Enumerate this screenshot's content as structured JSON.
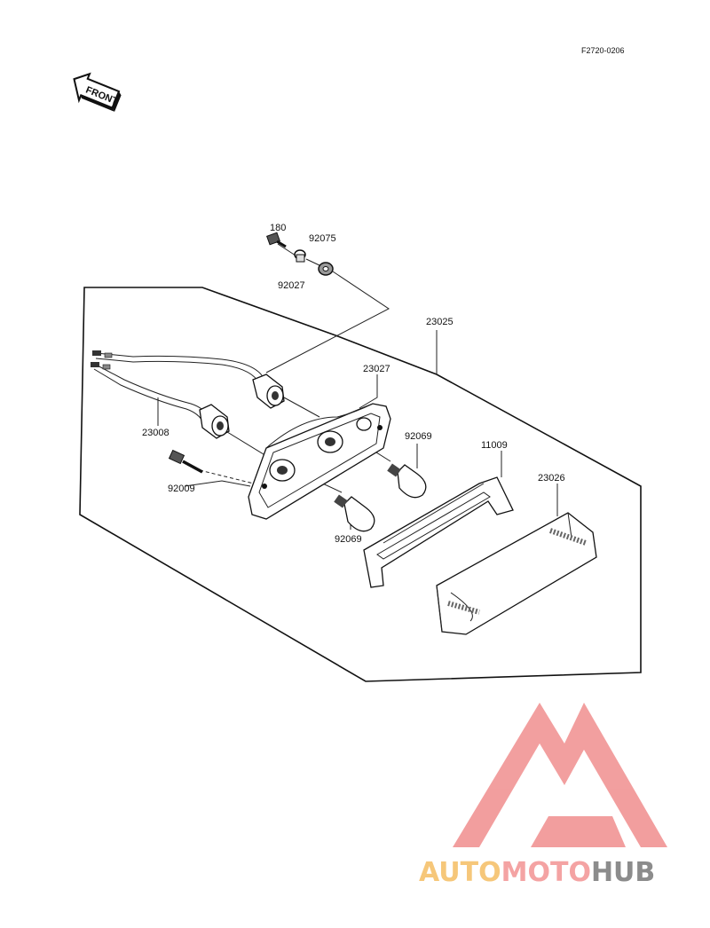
{
  "figure_ref": "F2720-0206",
  "front_label": "FRONT",
  "parts": [
    {
      "id": "180"
    },
    {
      "id": "92075"
    },
    {
      "id": "92027"
    },
    {
      "id": "23025"
    },
    {
      "id": "23027"
    },
    {
      "id": "23008"
    },
    {
      "id": "92069"
    },
    {
      "id": "11009"
    },
    {
      "id": "23026"
    },
    {
      "id": "92009"
    },
    {
      "id": "92069"
    }
  ],
  "watermark": {
    "word_1": "AUTO",
    "word_2": "MOTO",
    "word_3": "HUB",
    "colors": {
      "auto": "#f6c77a",
      "moto": "#f4a3a3",
      "hub": "#8c8c8c",
      "logo": "#f08e8e"
    }
  }
}
